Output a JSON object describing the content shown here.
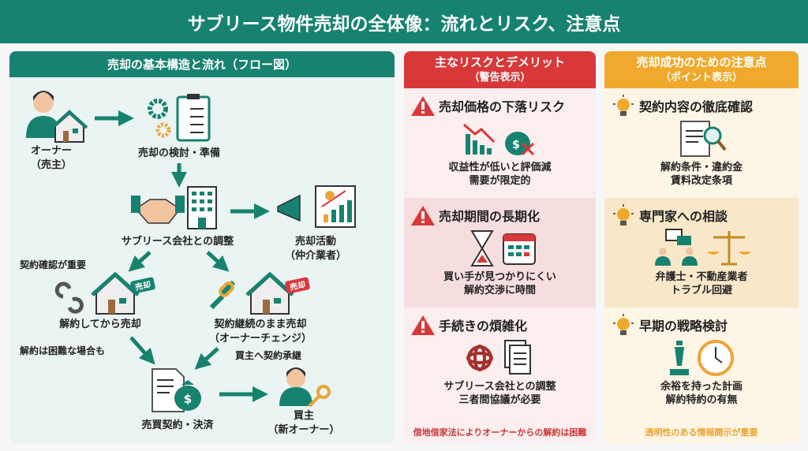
{
  "title": "サブリース物件売却の全体像：流れとリスク、注意点",
  "flow": {
    "header": "売却の基本構造と流れ（フロー図）",
    "owner": [
      "オーナー",
      "（売主）"
    ],
    "prepare": "売却の検討・準備",
    "coordinate": "サブリース会社との調整",
    "sales_activity": [
      "売却活動",
      "（仲介業者）"
    ],
    "note_contract_check": "契約確認が重要",
    "branch_cancel": "解約してから売却",
    "branch_continue": [
      "契約継続のまま売却",
      "（オーナーチェンジ）"
    ],
    "tag_sale": "売却",
    "note_cancel_difficult": "解約は困難な場合も",
    "note_succession": "買主へ契約承継",
    "settlement": "売買契約・決済",
    "buyer": [
      "買主",
      "（新オーナー）"
    ]
  },
  "risks": {
    "header": "主なリスクとデメリット",
    "subheader": "（警告表示）",
    "items": [
      {
        "title": "売却価格の下落リスク",
        "lines": [
          "収益性が低いと評価減",
          "需要が限定的"
        ]
      },
      {
        "title": "売却期間の長期化",
        "lines": [
          "買い手が見つかりにくい",
          "解約交渉に時間"
        ]
      },
      {
        "title": "手続きの煩雑化",
        "lines": [
          "サブリース会社との調整",
          "三者間協議が必要"
        ]
      }
    ],
    "footer": "借地借家法によりオーナーからの解約は困難"
  },
  "tips": {
    "header": "売却成功のための注意点",
    "subheader": "（ポイント表示）",
    "items": [
      {
        "title": "契約内容の徹底確認",
        "lines": [
          "解約条件・違約金",
          "賃料改定条項"
        ]
      },
      {
        "title": "専門家への相談",
        "lines": [
          "弁護士・不動産業者",
          "トラブル回避"
        ]
      },
      {
        "title": "早期の戦略検討",
        "lines": [
          "余裕を持った計画",
          "解約特約の有無"
        ]
      }
    ],
    "footer": "透明性のある情報開示が重要"
  },
  "colors": {
    "teal": "#17826f",
    "red": "#d8383a",
    "orange": "#f0a92c"
  }
}
